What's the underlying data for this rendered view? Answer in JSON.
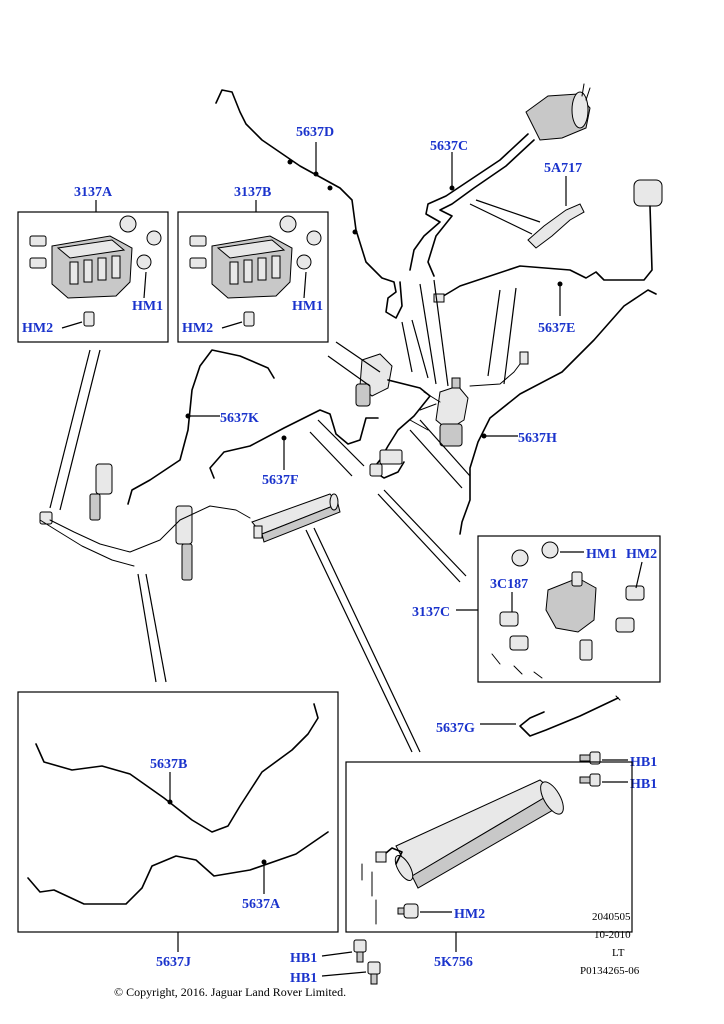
{
  "labels": {
    "l5637D": "5637D",
    "l5637C": "5637C",
    "l5A717": "5A717",
    "l3137A": "3137A",
    "l3137B": "3137B",
    "lHM1a": "HM1",
    "lHM2a": "HM2",
    "lHM1b": "HM1",
    "lHM2b": "HM2",
    "l5637E": "5637E",
    "l5637K": "5637K",
    "l5637H": "5637H",
    "l5637F": "5637F",
    "lHM1c": "HM1",
    "lHM2c": "HM2",
    "l3C187": "3C187",
    "l3137C": "3137C",
    "l5637G": "5637G",
    "lHB1a": "HB1",
    "lHB1b": "HB1",
    "l5637B": "5637B",
    "l5637A": "5637A",
    "l5637J": "5637J",
    "lHM2d": "HM2",
    "l5K756": "5K756",
    "lHB1c": "HB1",
    "lHB1d": "HB1"
  },
  "meta": {
    "code": "2040505",
    "date": "10-2010",
    "side": "LT",
    "ref": "P0134265-06"
  },
  "copyright": "© Copyright, 2016. Jaguar Land Rover Limited.",
  "colors": {
    "callout": "#1a33cc",
    "line": "#000000"
  }
}
